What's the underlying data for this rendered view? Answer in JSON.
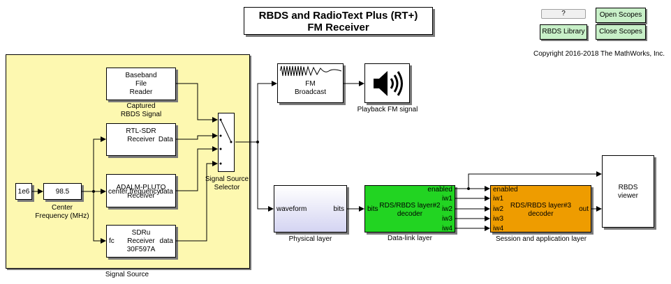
{
  "title": {
    "line1": "RBDS and RadioText Plus (RT+)",
    "line2": "FM Receiver"
  },
  "buttons": {
    "help": "?",
    "open_scopes": "Open Scopes",
    "rbds_library": "RBDS Library",
    "close_scopes": "Close Scopes"
  },
  "copyright": "Copyright 2016-2018 The MathWorks, Inc.",
  "colors": {
    "signal_source_bg": "#fdf8b0",
    "datalink_bg": "#22d422",
    "session_bg": "#ee9c00",
    "physical_bg_top": "#ffffff",
    "physical_bg_bottom": "#d4d4f2"
  },
  "signal_source": {
    "label": "Signal Source",
    "baseband": {
      "text": "Baseband\nFile\nReader",
      "label": "Captured\nRBDS Signal"
    },
    "rtl_sdr": {
      "text": "RTL-SDR\nReceiver",
      "port_out": "Data"
    },
    "pluto": {
      "text": "ADALM-PLUTO\nReceiver",
      "port_in": "center frequency",
      "port_out": "data"
    },
    "sdru": {
      "text": "SDRu\nReceiver\n30F597A",
      "port_in": "fc",
      "port_out": "data"
    },
    "const_1e6": "1e6",
    "gain_98_5": "98.5",
    "center_freq_label": "Center\nFrequency (MHz)",
    "selector_label": "Signal Source\nSelector"
  },
  "fm_broadcast": {
    "text": "FM\nBroadcast",
    "icon": "waveform-icon"
  },
  "playback": {
    "label": "Playback FM signal",
    "icon": "speaker-icon"
  },
  "physical_layer": {
    "label": "Physical layer",
    "port_in": "waveform",
    "port_out": "bits"
  },
  "datalink": {
    "text": "RDS/RBDS layer#2\ndecoder",
    "label": "Data-link layer",
    "port_in": "bits",
    "ports_out": [
      "enabled",
      "iw1",
      "iw2",
      "iw3",
      "iw4"
    ]
  },
  "session": {
    "text": "RDS/RBDS layer#3\ndecoder",
    "label": "Session and application layer",
    "ports_in": [
      "enabled",
      "iw1",
      "iw2",
      "iw3",
      "iw4"
    ],
    "port_out": "out"
  },
  "viewer": {
    "text": "RBDS\nviewer"
  }
}
